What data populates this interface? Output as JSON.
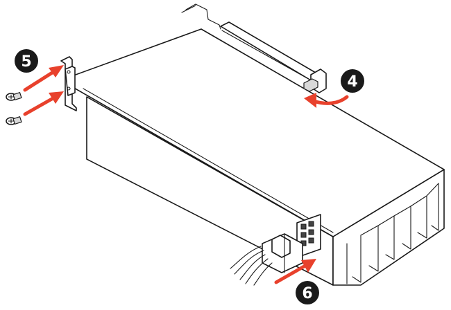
{
  "steps": {
    "step4": "4",
    "step5": "5",
    "step6": "6"
  },
  "colors": {
    "arrow": "#e8412c",
    "badge": "#1a1a1a",
    "outline": "#1a1a1a"
  },
  "icons": [
    "screw-icon",
    "arrow-icon",
    "power-connector-icon",
    "pcie-latch-icon"
  ]
}
